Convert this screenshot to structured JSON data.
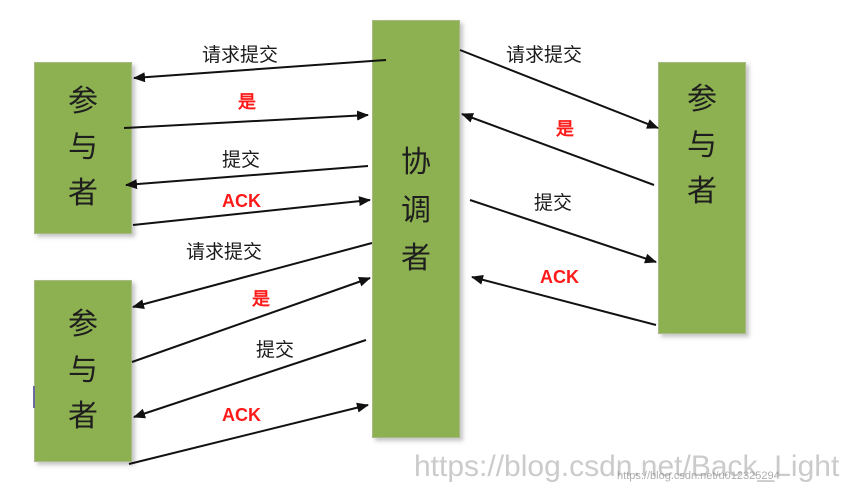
{
  "nodes": {
    "participant_top": [
      "参",
      "与",
      "者"
    ],
    "participant_bottom": [
      "参",
      "与",
      "者"
    ],
    "participant_right": [
      "参",
      "与",
      "者"
    ],
    "coordinator": [
      "协",
      "调",
      "者"
    ]
  },
  "labels": {
    "top_left_request": "请求提交",
    "top_left_yes": "是",
    "top_left_commit": "提交",
    "top_left_ack": "ACK",
    "bottom_left_request": "请求提交",
    "bottom_left_yes": "是",
    "bottom_left_commit": "提交",
    "bottom_left_ack": "ACK",
    "right_request": "请求提交",
    "right_yes": "是",
    "right_commit": "提交",
    "right_ack": "ACK"
  },
  "colors": {
    "box_fill": "#8db150",
    "arrow": "#111111",
    "highlight_text": "#ff1a1a"
  },
  "watermark": {
    "large": "https://blog.csdn.net/Back_Light",
    "small": "https://blog.csdn.net/u012325294"
  }
}
